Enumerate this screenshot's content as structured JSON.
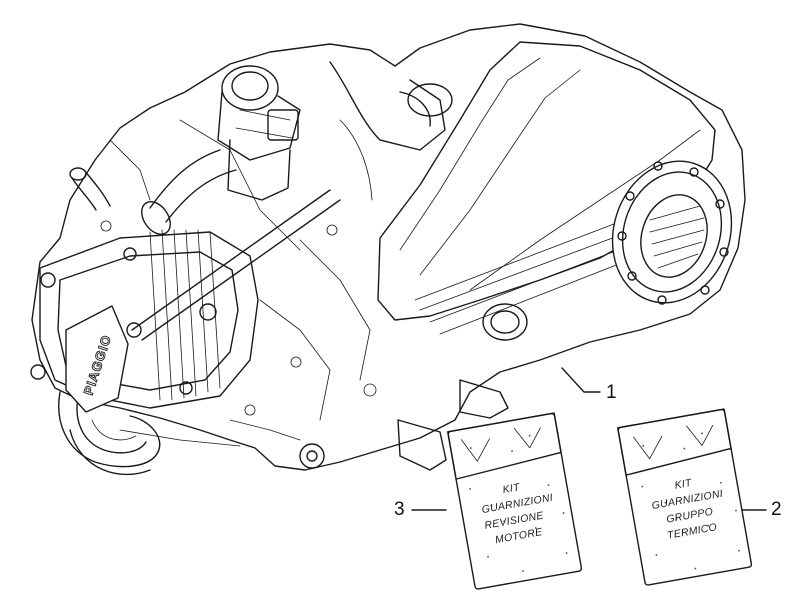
{
  "callouts": {
    "engine": "1",
    "kit_thermal": "2",
    "kit_overhaul": "3"
  },
  "kits": {
    "overhaul": {
      "line1": "KIT",
      "line2": "GUARNIZIONI",
      "line3": "REVISIONE",
      "line4": "MOTORE"
    },
    "thermal": {
      "line1": "KIT",
      "line2": "GUARNIZIONI",
      "line3": "GRUPPO",
      "line4": "TERMICO"
    }
  },
  "engine_logo": "PIAGGIO"
}
